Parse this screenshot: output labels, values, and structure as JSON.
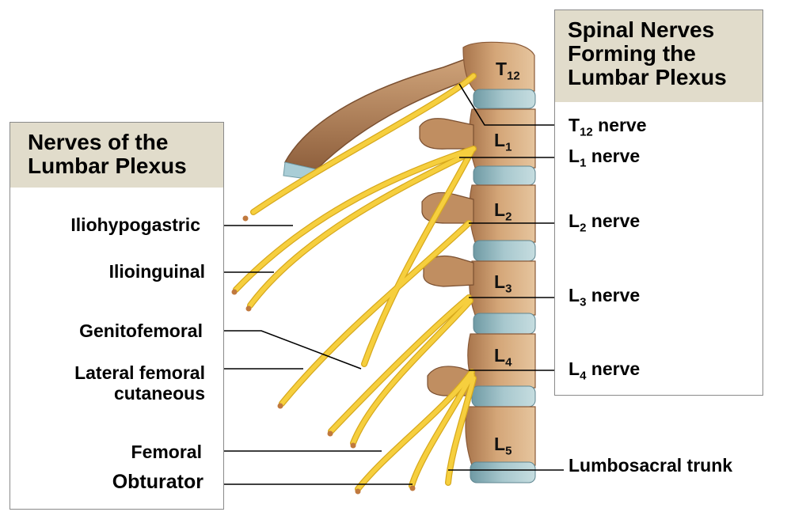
{
  "left_panel": {
    "title_line1": "Nerves of the",
    "title_line2": "Lumbar Plexus",
    "labels": {
      "iliohypogastric": "Iliohypogastric",
      "ilioinguinal": "Ilioinguinal",
      "genitofemoral": "Genitofemoral",
      "lateral_femoral_line1": "Lateral femoral",
      "lateral_femoral_line2": "cutaneous",
      "femoral": "Femoral",
      "obturator": "Obturator"
    }
  },
  "right_panel": {
    "title_line1": "Spinal Nerves",
    "title_line2": "Forming the",
    "title_line3": "Lumbar Plexus",
    "labels": {
      "t12_nerve": {
        "main": "T",
        "sub": "12",
        "suffix": " nerve"
      },
      "l1_nerve": {
        "main": "L",
        "sub": "1",
        "suffix": " nerve"
      },
      "l2_nerve": {
        "main": "L",
        "sub": "2",
        "suffix": " nerve"
      },
      "l3_nerve": {
        "main": "L",
        "sub": "3",
        "suffix": " nerve"
      },
      "l4_nerve": {
        "main": "L",
        "sub": "4",
        "suffix": " nerve"
      },
      "lumbosacral_trunk": "Lumbosacral trunk"
    }
  },
  "vertebrae": [
    {
      "main": "T",
      "sub": "12"
    },
    {
      "main": "L",
      "sub": "1"
    },
    {
      "main": "L",
      "sub": "2"
    },
    {
      "main": "L",
      "sub": "3"
    },
    {
      "main": "L",
      "sub": "4"
    },
    {
      "main": "L",
      "sub": "5"
    }
  ],
  "colors": {
    "bone": "#c99a6c",
    "bone_dark": "#9c6a44",
    "disc": "#8fb5bd",
    "nerve": "#f6cf3e",
    "nerve_edge": "#d7a91d",
    "header_bg": "#e1dccb"
  }
}
